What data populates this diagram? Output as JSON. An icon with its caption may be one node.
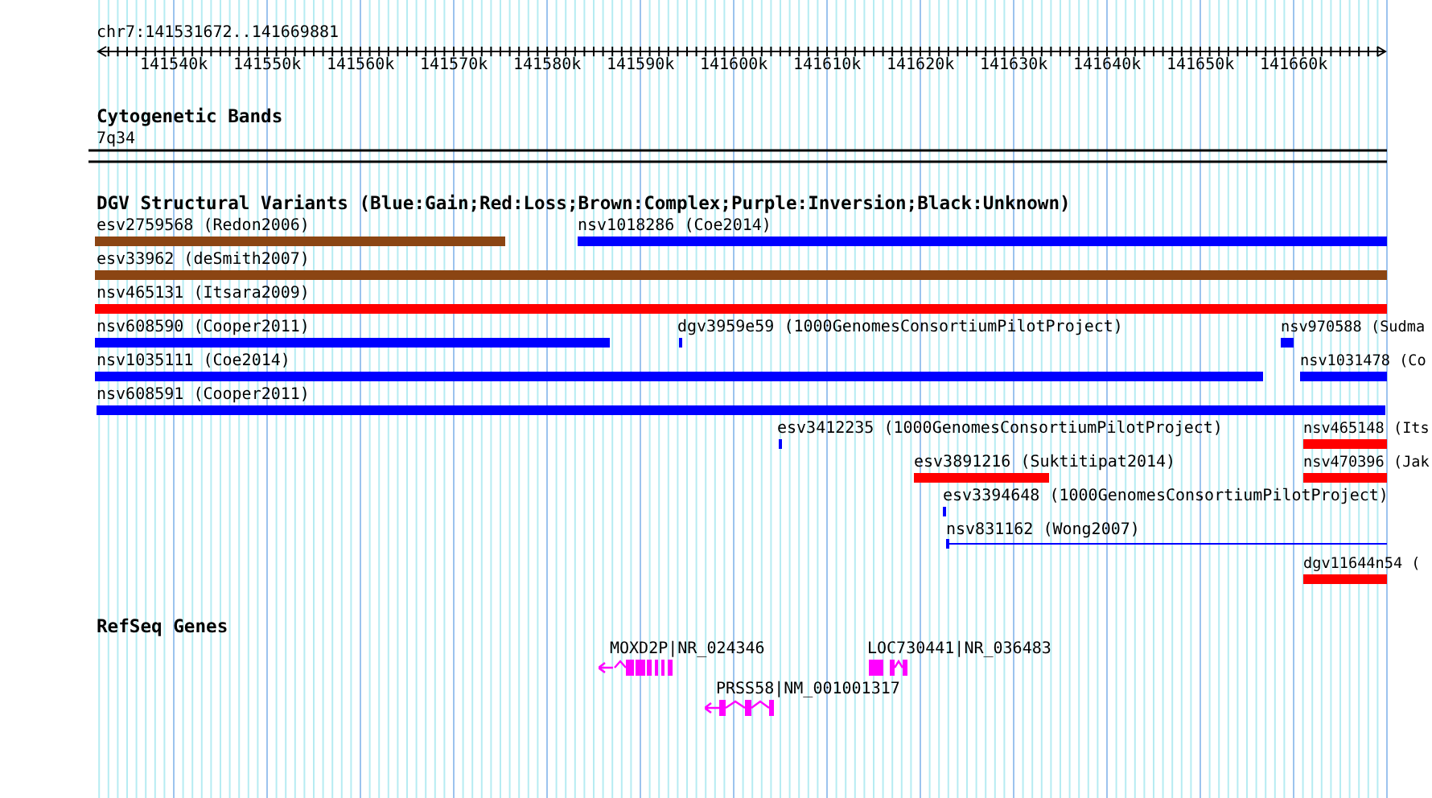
{
  "diagram": {
    "nodes": [
      {
        "text": [
          "esv2759568 (Redon2006)"
        ]
      },
      {
        "text": [
          "nsv1018286 (Coe2014)"
        ]
      },
      {
        "text": [
          "esv33962 (deSmith2007)"
        ]
      },
      {
        "text": [
          "nsv465131 (Itsara2009)"
        ]
      },
      {
        "text": [
          "nsv608590 (Cooper2011)"
        ]
      },
      {
        "text": [
          "dgv3959e59 (1000GenomesConsortiumPilotProject)"
        ]
      },
      {
        "text": [
          "nsv970588 (Sudma"
        ]
      },
      {
        "text": [
          "nsv1035111 (Coe2014)"
        ]
      },
      {
        "text": [
          "nsv1031478 (Co"
        ]
      },
      {
        "text": [
          "nsv608591 (Cooper2011)"
        ]
      },
      {
        "text": [
          "esv3412235 (1000GenomesConsortiumPilotProject)"
        ]
      },
      {
        "text": [
          "nsv465148 (Its"
        ]
      },
      {
        "text": [
          "esv3891216 (Suktitipat2014)"
        ]
      },
      {
        "text": [
          "nsv470396 (Jak"
        ]
      },
      {
        "text": [
          "esv3394648 (1000GenomesConsortiumPilotProject)"
        ]
      },
      {
        "text": [
          "nsv831162 (Wong2007)"
        ]
      },
      {
        "text": [
          "dgv11644n54 ("
        ]
      },
      {
        "text": [
          "MOXD2P|NR_024346"
        ]
      },
      {
        "text": [
          "LOC730441|NR_036483"
        ]
      },
      {
        "text": [
          "PRSS58|NM_001001317"
        ]
      }
    ],
    "labels": [
      "chr7:141531672..141669881",
      "141540k",
      "141550k",
      "141560k",
      "141570k",
      "141580k",
      "141590k",
      "141600k",
      "141610k",
      "141620k",
      "141630k",
      "141640k",
      "141650k",
      "141660k",
      "Cytogenetic Bands",
      "7q34",
      "DGV Structural Variants (Blue:Gain;Red:Loss;Brown:Complex;Purple:Inversion;Black:Unknown)",
      "RefSeq Genes"
    ]
  }
}
